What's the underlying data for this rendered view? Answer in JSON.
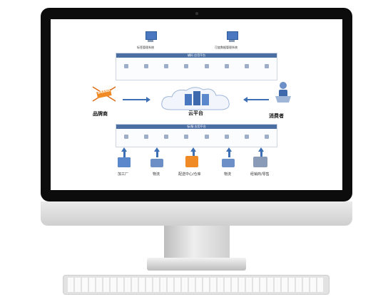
{
  "diagram": {
    "top_systems": [
      "标签管理系统",
      "可变数据管理系统"
    ],
    "upper_bar": "辅料 应用平台",
    "lower_bar": "标/服 应用平台",
    "brand_owner": "品牌商",
    "brand_badge": "BRAND",
    "cloud": "云平台",
    "consumer": "消费者",
    "bottom_nodes": [
      "加工厂",
      "物流",
      "配送中心/仓库",
      "物流",
      "经销商/零售"
    ]
  }
}
